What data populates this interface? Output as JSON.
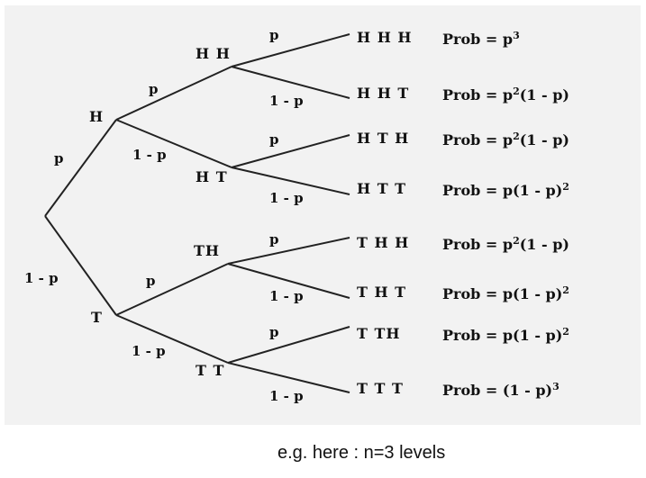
{
  "nodes": {
    "h": "H",
    "t": "T",
    "hh": "H H",
    "ht": "H T",
    "th": "TH",
    "tt": "T T"
  },
  "edges": {
    "root_h": "p",
    "root_t": "1 -  p",
    "h_hh": "p",
    "h_ht": "1 -  p",
    "t_th": "p",
    "t_tt": "1 -  p",
    "hh_hhh": "p",
    "hh_hht": "1 -  p",
    "ht_hth": "p",
    "ht_htt": "1 -  p",
    "th_thh": "p",
    "th_tht": "1 -  p",
    "tt_tth": "p",
    "tt_ttt": "1 -  p"
  },
  "outcomes": [
    {
      "label": "H H H",
      "prob_prefix": "Prob = p",
      "exp": "3",
      "prob_suffix": ""
    },
    {
      "label": "H H T",
      "prob_prefix": "Prob = p",
      "exp": "2",
      "prob_suffix": "(1 -  p)"
    },
    {
      "label": "H T H",
      "prob_prefix": "Prob = p",
      "exp": "2",
      "prob_suffix": "(1 -  p)"
    },
    {
      "label": "H T T",
      "prob_prefix": "Prob = p(1 -  p)",
      "exp": "2",
      "prob_suffix": ""
    },
    {
      "label": "T H H",
      "prob_prefix": "Prob = p",
      "exp": "2",
      "prob_suffix": "(1 -  p)"
    },
    {
      "label": "T H T",
      "prob_prefix": "Prob = p(1 -  p)",
      "exp": "2",
      "prob_suffix": ""
    },
    {
      "label": "T TH",
      "prob_prefix": "Prob = p(1 -  p)",
      "exp": "2",
      "prob_suffix": ""
    },
    {
      "label": "T T T",
      "prob_prefix": "Prob = (1 -  p)",
      "exp": "3",
      "prob_suffix": ""
    }
  ],
  "caption": "e.g. here : n=3 levels"
}
